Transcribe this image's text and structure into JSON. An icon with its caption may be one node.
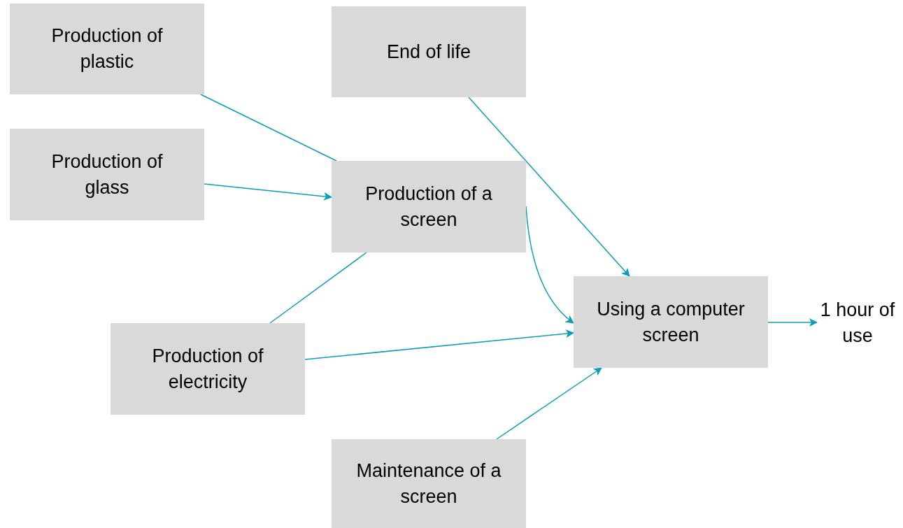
{
  "diagram": {
    "nodes": [
      {
        "text": [
          "Production of plastic"
        ]
      },
      {
        "text": [
          "End of life"
        ]
      },
      {
        "text": [
          "Production of glass"
        ]
      },
      {
        "text": [
          "Production of a screen"
        ]
      },
      {
        "text": [
          "Using a computer screen"
        ]
      },
      {
        "text": [
          "1 hour of use"
        ]
      },
      {
        "text": [
          "Production of electricity"
        ]
      },
      {
        "text": [
          "Maintenance of a screen"
        ]
      }
    ],
    "edges": [
      {
        "from": 0,
        "to": 3,
        "arrow": "none"
      },
      {
        "from": 2,
        "to": 3,
        "arrow": "to"
      },
      {
        "from": 6,
        "to": 3,
        "arrow": "none"
      },
      {
        "from": 1,
        "to": 4,
        "arrow": "to"
      },
      {
        "from": 3,
        "to": 4,
        "arrow": "to"
      },
      {
        "from": 6,
        "to": 4,
        "arrow": "to"
      },
      {
        "from": 7,
        "to": 4,
        "arrow": "to"
      },
      {
        "from": 4,
        "to": 5,
        "arrow": "to"
      }
    ]
  }
}
